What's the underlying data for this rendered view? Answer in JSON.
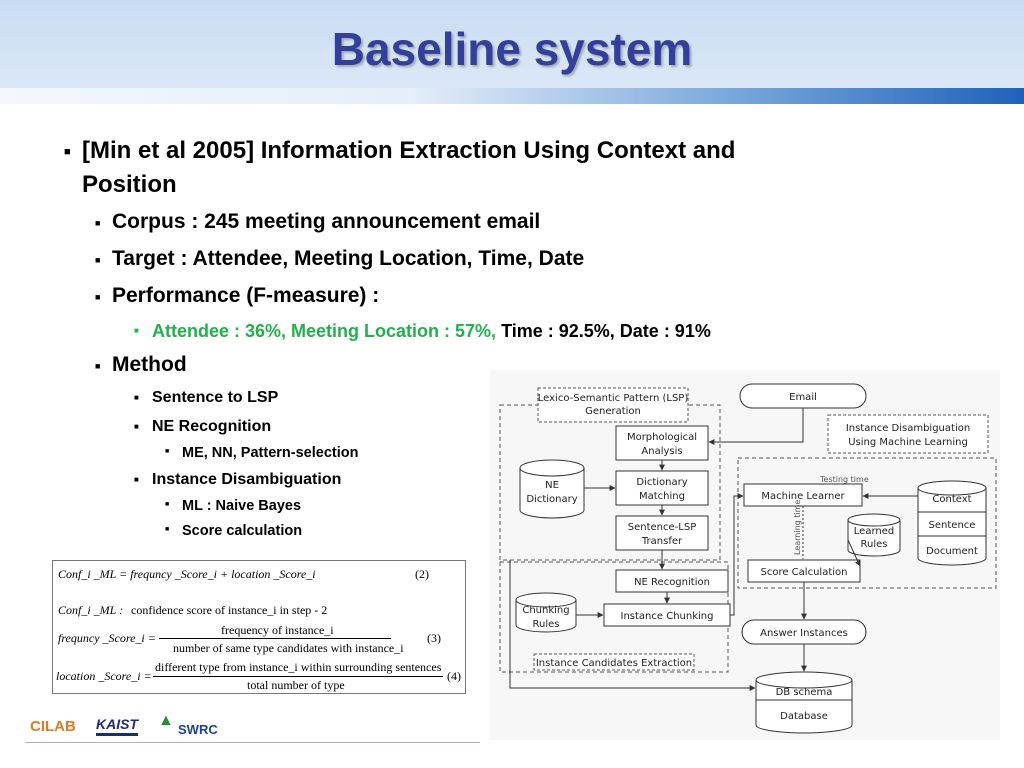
{
  "slide": {
    "title": "Baseline system",
    "bullets": {
      "b1_line1": "[Min et al 2005] Information Extraction Using Context and",
      "b1_line2": "Position",
      "b2": "Corpus : 245 meeting announcement email",
      "b3": "Target : Attendee, Meeting Location, Time, Date",
      "b4": "Performance (F-measure) :",
      "b5_green": "Attendee : 36%, Meeting Location : 57%,",
      "b5_black": "Time : 92.5%, Date : 91%",
      "b6": "Method",
      "b7": "Sentence to LSP",
      "b8": "NE Recognition",
      "b9": "ME, NN, Pattern-selection",
      "b10": "Instance Disambiguation",
      "b11": "ML : Naive Bayes",
      "b12": "Score calculation"
    }
  },
  "formulas": {
    "eq1": "Conf_i _ML = frequncy _Score_i + location _Score_i",
    "eq1_num": "(2)",
    "def_lhs": "Conf_i _ML :",
    "def_text": "confidence score of instance_i in step - 2",
    "eq3_lhs": "frequncy _Score_i =",
    "eq3_num_text": "frequency of instance_i",
    "eq3_den_text": "number of same type candidates with instance_i",
    "eq3_num": "(3)",
    "eq4_lhs": "location _Score_i =",
    "eq4_num_text": "different type from instance_i within surrounding sentences",
    "eq4_den_text": "total number of type",
    "eq4_num": "(4)"
  },
  "footer": {
    "logo1": "CILAB",
    "logo2": "KAIST",
    "logo3": "SWRC"
  },
  "diagram": {
    "lsp_group": "Lexico-Semantic Pattern (LSP) Generation",
    "morph": "Morphological Analysis",
    "dict": "Dictionary Matching",
    "transfer": "Sentence-LSP Transfer",
    "ne_dict": "NE Dictionary",
    "email": "Email",
    "disamb_group": "Instance Disambiguation Using Machine Learning",
    "testing": "Testing time",
    "learning": "Learning time",
    "ml": "Machine Learner",
    "learned": "Learned Rules",
    "context": "Context",
    "sentence": "Sentence",
    "document": "Document",
    "score": "Score Calculation",
    "ne_rec": "NE Recognition",
    "chunk_rules": "Chunking Rules",
    "chunking": "Instance Chunking",
    "cand_group": "Instance Candidates Extraction",
    "answer": "Answer Instances",
    "db_schema": "DB schema",
    "database": "Database"
  }
}
